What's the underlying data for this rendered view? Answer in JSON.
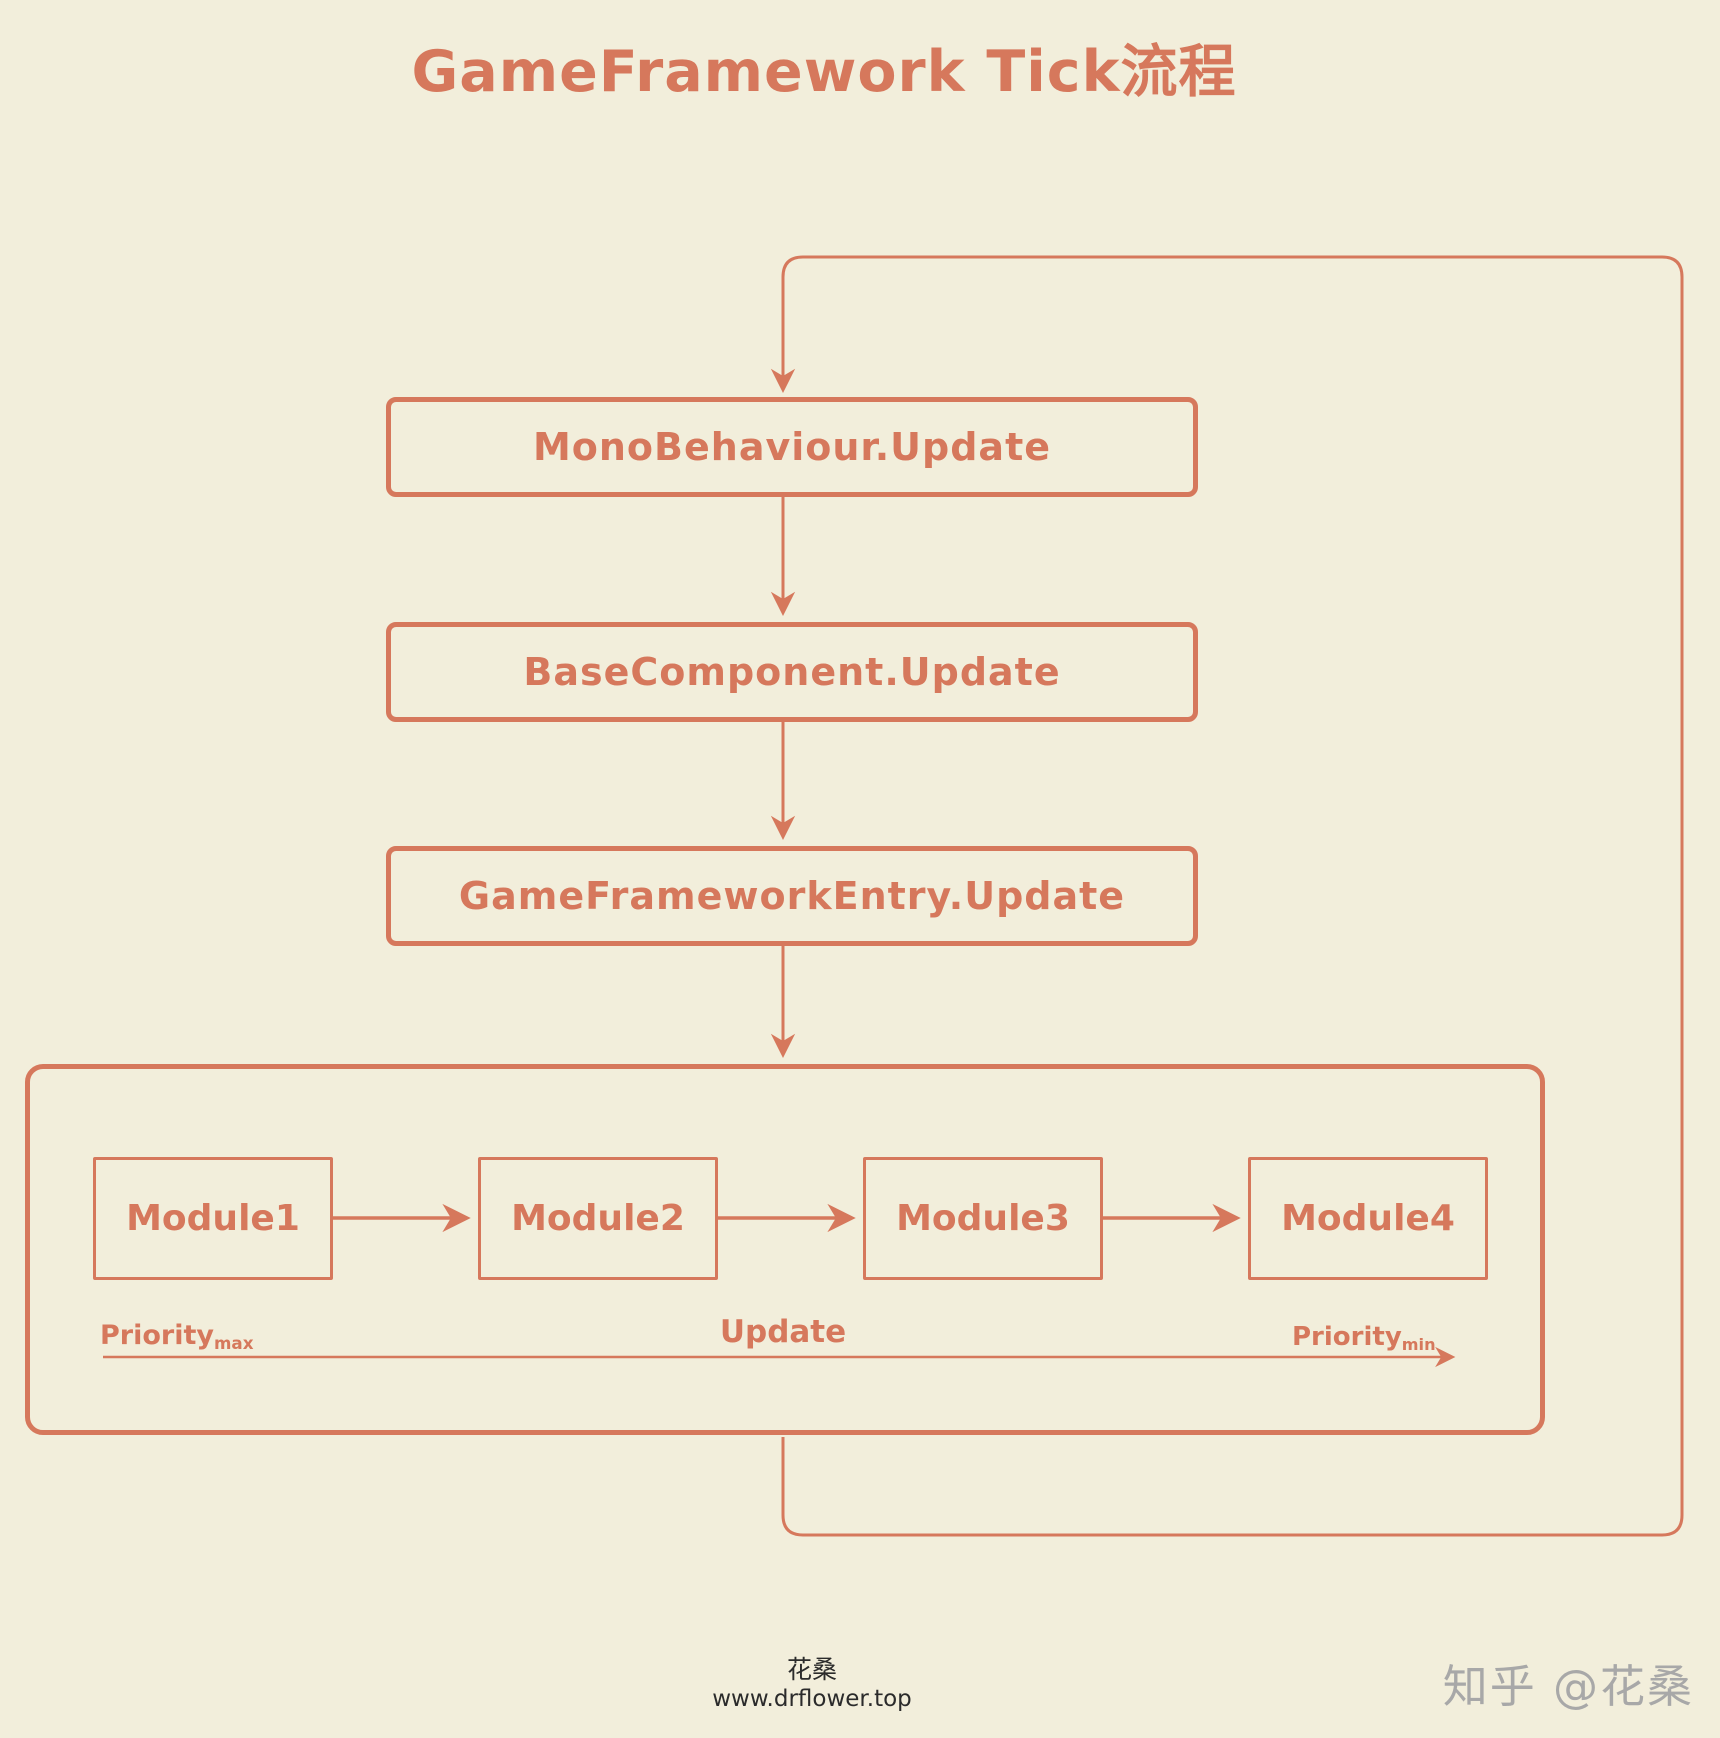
{
  "title": "GameFramework Tick流程",
  "colors": {
    "background": "#f2eedb",
    "stroke": "#d6785c",
    "footer_text": "#2b2b2b",
    "watermark": "#a8a8a8"
  },
  "flow_boxes": [
    {
      "label": "MonoBehaviour.Update"
    },
    {
      "label": "BaseComponent.Update"
    },
    {
      "label": "GameFrameworkEntry.Update"
    }
  ],
  "modules": {
    "items": [
      {
        "label": "Module1"
      },
      {
        "label": "Module2"
      },
      {
        "label": "Module3"
      },
      {
        "label": "Module4"
      }
    ],
    "axis": {
      "left_label_base": "Priority",
      "left_label_sub": "max",
      "center_label": "Update",
      "right_label_base": "Priority",
      "right_label_sub": "min"
    }
  },
  "footer": {
    "author": "花桑",
    "website": "www.drflower.top",
    "watermark": "知乎 @花桑"
  }
}
